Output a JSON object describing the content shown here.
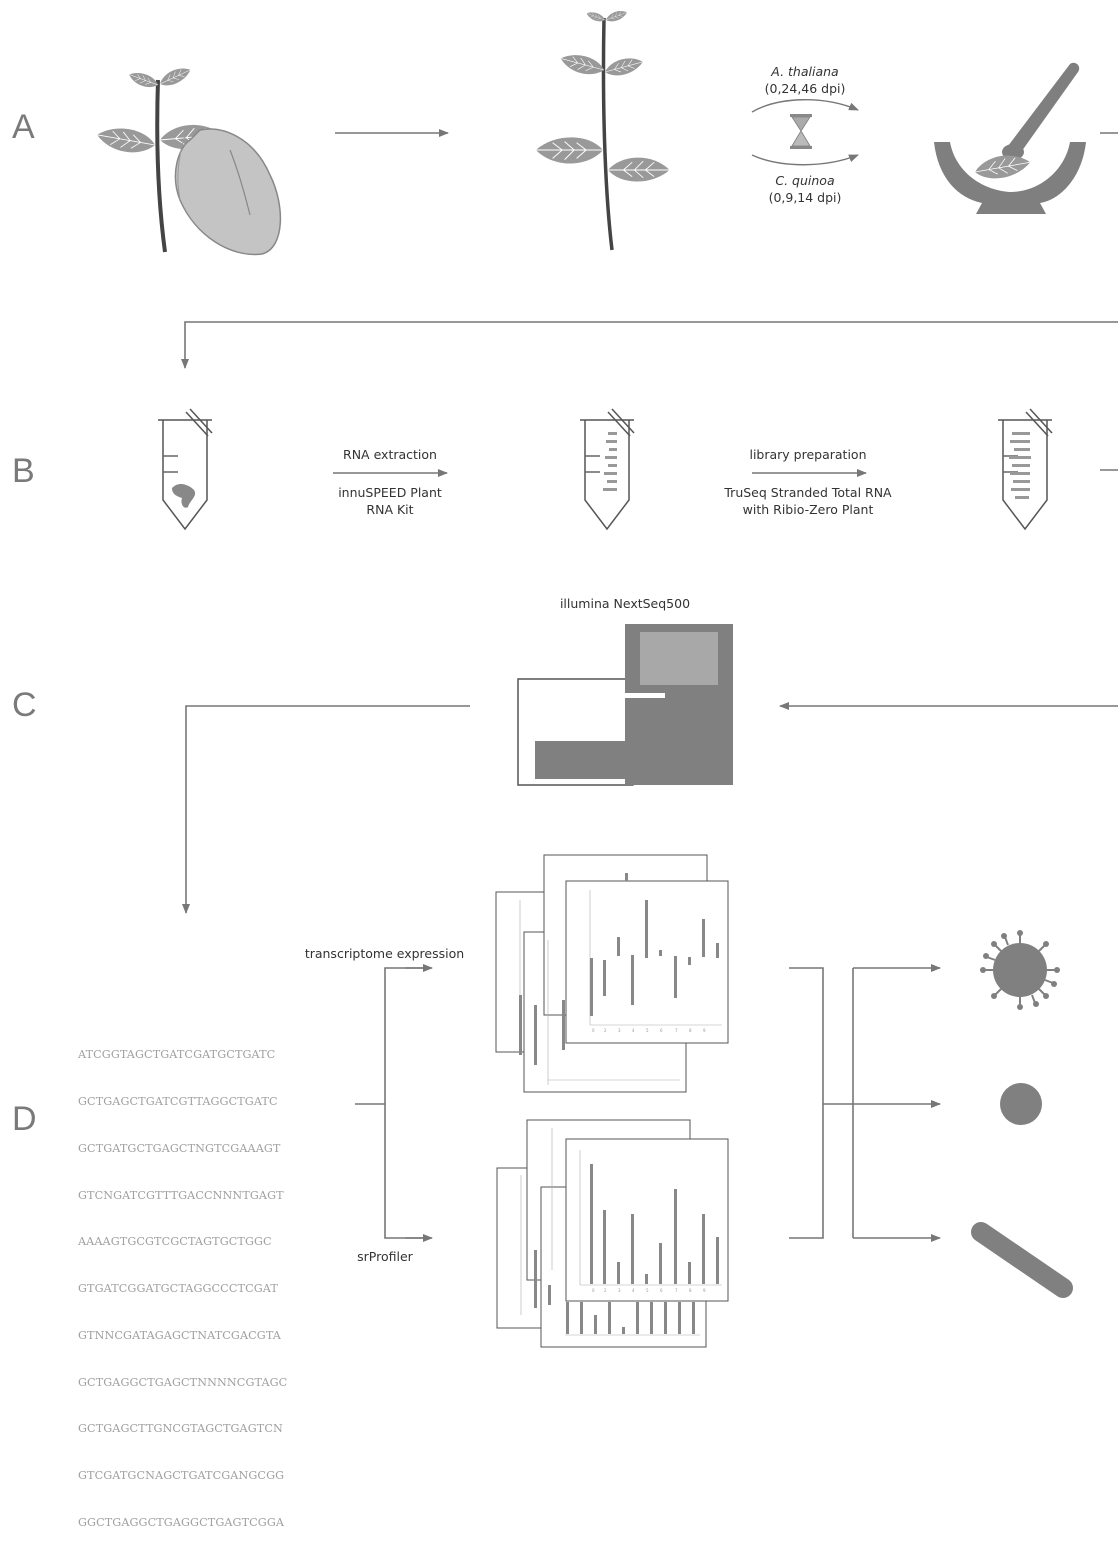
{
  "panels": {
    "a": "A",
    "b": "B",
    "c": "C",
    "d": "D"
  },
  "step_a": {
    "upper_species": "A. thaliana",
    "upper_dpi": "(0,24,46 dpi)",
    "lower_species": "C. quinoa",
    "lower_dpi": "(0,9,14 dpi)"
  },
  "step_b": {
    "extraction_title": "RNA extraction",
    "extraction_kit_line1": "innuSPEED Plant",
    "extraction_kit_line2": "RNA Kit",
    "library_title": "library preparation",
    "library_kit_line1": "TruSeq Stranded Total RNA",
    "library_kit_line2": "with Ribio-Zero Plant"
  },
  "step_c": {
    "sequencer": "illumina NextSeq500"
  },
  "step_d": {
    "branch_top": "transcriptome expression",
    "branch_bottom": "srProfiler",
    "sequences": [
      "ATCGGTAGCTGATCGATGCTGATC",
      "GCTGAGCTGATCGTTAGGCTGATC",
      "GCTGATGCTGAGCTNGTCGAAAGT",
      "GTCNGATCGTTTGACCNNNTGAGT",
      "AAAAGTGCGTCGCTAGTGCTGGC",
      "GTGATCGGATGCTAGGCCCTCGAT",
      "GTNNCGATAGAGCTNATCGACGTA",
      "GCTGAGGCTGAGCTNNNNCGTAGC",
      "GCTGAGCTTGNCGTAGCTGAGTCN",
      "GTCGATGCNAGCTGATCGANGCGG",
      "GGCTGAGGCTGAGGCTGAGTCGGA"
    ]
  },
  "colors": {
    "dark": "#808080",
    "mid": "#999999",
    "light": "#c8c8c8",
    "line": "#777777"
  },
  "icons": [
    "plant-icon",
    "tomato-icon",
    "hourglass-icon",
    "mortar-pestle-icon",
    "tube-icon",
    "sequencer-icon",
    "bar-chart-icon",
    "virus-icon",
    "circle-icon",
    "rod-icon"
  ]
}
